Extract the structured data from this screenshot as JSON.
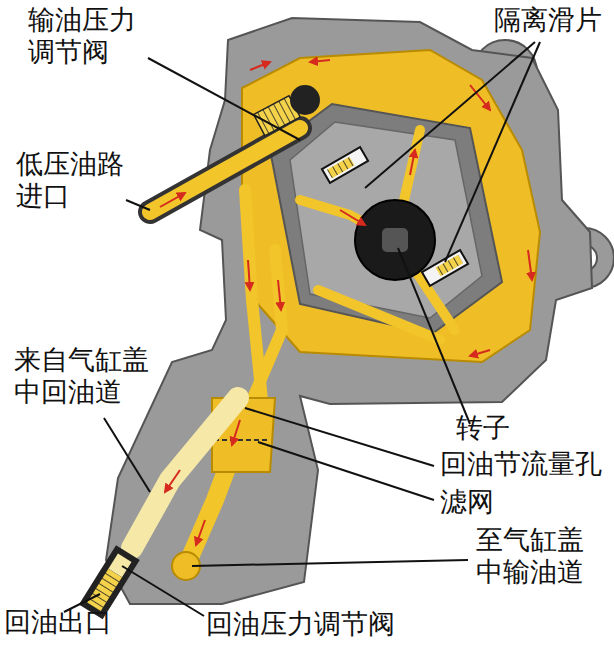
{
  "diagram": {
    "labels": [
      "输油压力调节阀",
      "隔离滑片",
      "低压油路进口",
      "来自气缸盖中回油道",
      "转子",
      "回油节流量孔",
      "滤网",
      "至气缸盖中输油道",
      "回油出口",
      "回油压力调节阀"
    ]
  }
}
